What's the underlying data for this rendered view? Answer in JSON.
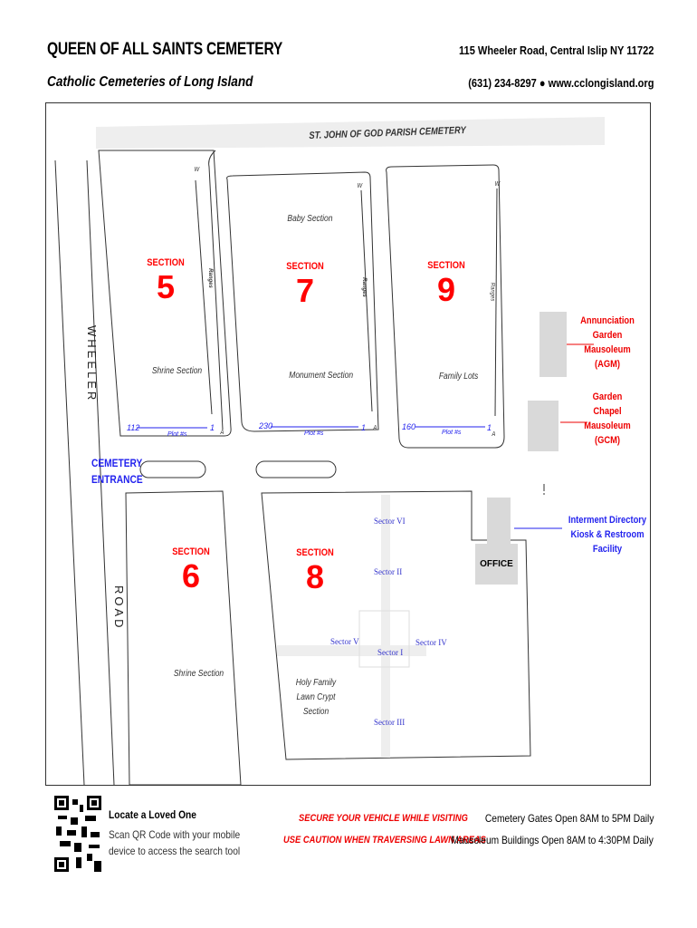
{
  "header": {
    "title": "QUEEN OF ALL SAINTS CEMETERY",
    "subtitle": "Catholic Cemeteries of Long Island",
    "address": "115 Wheeler Road, Central Islip NY 11722",
    "contact": "(631) 234-8297  ●  www.cclongisland.org"
  },
  "map": {
    "north_label": "ST. JOHN OF GOD PARISH CEMETERY",
    "road_1": "WHEELER",
    "road_2": "ROAD",
    "entrance": "CEMETERY ENTRANCE",
    "section_word": "SECTION",
    "sections": [
      {
        "number": "5",
        "note": "Shrine Section",
        "plot_max": "112",
        "plot_min": "1"
      },
      {
        "number": "7",
        "note": "Monument Section",
        "top_note": "Baby Section",
        "plot_max": "230",
        "plot_min": "1"
      },
      {
        "number": "9",
        "note": "Family Lots",
        "plot_max": "160",
        "plot_min": "1"
      },
      {
        "number": "6",
        "note": "Shrine Section"
      },
      {
        "number": "8",
        "note": "Holy Family Lawn Crypt Section"
      }
    ],
    "ranges_label": "Ranges",
    "range_top": "W",
    "range_bottom": "A",
    "plot_label": "Plot #s",
    "sectors": [
      "Sector VI",
      "Sector II",
      "Sector V",
      "Sector I",
      "Sector IV",
      "Sector III"
    ],
    "buildings": {
      "agm": "Annunciation Garden Mausoleum (AGM)",
      "gcm": "Garden Chapel Mausoleum (GCM)",
      "kiosk": "Interment Directory Kiosk & Restroom Facility",
      "office": "OFFICE"
    }
  },
  "footer": {
    "qr_title": "Locate a Loved One",
    "qr_text": "Scan QR Code with your mobile device to access the search tool",
    "warn_1": "SECURE YOUR VEHICLE WHILE VISITING",
    "warn_2": "USE CAUTION WHEN TRAVERSING LAWN AREAS",
    "hours_1": "Cemetery Gates Open 8AM to 5PM Daily",
    "hours_2": "Mausoleum Buildings Open 8AM to 4:30PM Daily"
  },
  "colors": {
    "red": "#ff0000",
    "blue": "#2222ee",
    "gray": "#d9d9d9"
  }
}
